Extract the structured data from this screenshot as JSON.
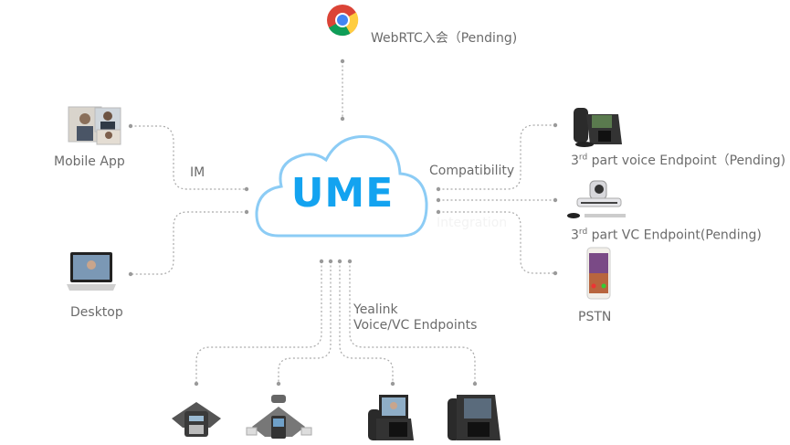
{
  "center": {
    "label": "UME",
    "color": "#13a3f0",
    "cloud_outline": "#8cccf5"
  },
  "top": {
    "icon": "chrome-icon",
    "label": "WebRTC入会（Pending)"
  },
  "left": {
    "mobile": {
      "icon": "video-call-photos-icon",
      "label": "Mobile App"
    },
    "desktop": {
      "icon": "laptop-icon",
      "label": "Desktop"
    },
    "link_label": "IM"
  },
  "right": {
    "link_label": "Compatibility",
    "faint_label": "Integration",
    "voice": {
      "icon": "desk-phone-icon",
      "label_prefix": "3",
      "label_sup": "rd",
      "label": " part voice Endpoint（Pending)"
    },
    "vc": {
      "icon": "vc-camera-icon",
      "label_prefix": "3",
      "label_sup": "rd",
      "label": " part VC Endpoint(Pending)"
    },
    "pstn": {
      "icon": "smartphone-icon",
      "label": "PSTN"
    }
  },
  "bottom": {
    "label_line1": "Yealink",
    "label_line2": "Voice/VC Endpoints",
    "devices": [
      "conference-phone-icon",
      "conference-phone-with-camera-icon",
      "video-phone-icon",
      "touchscreen-phone-icon"
    ]
  },
  "connector_color": "#a9a9a9"
}
